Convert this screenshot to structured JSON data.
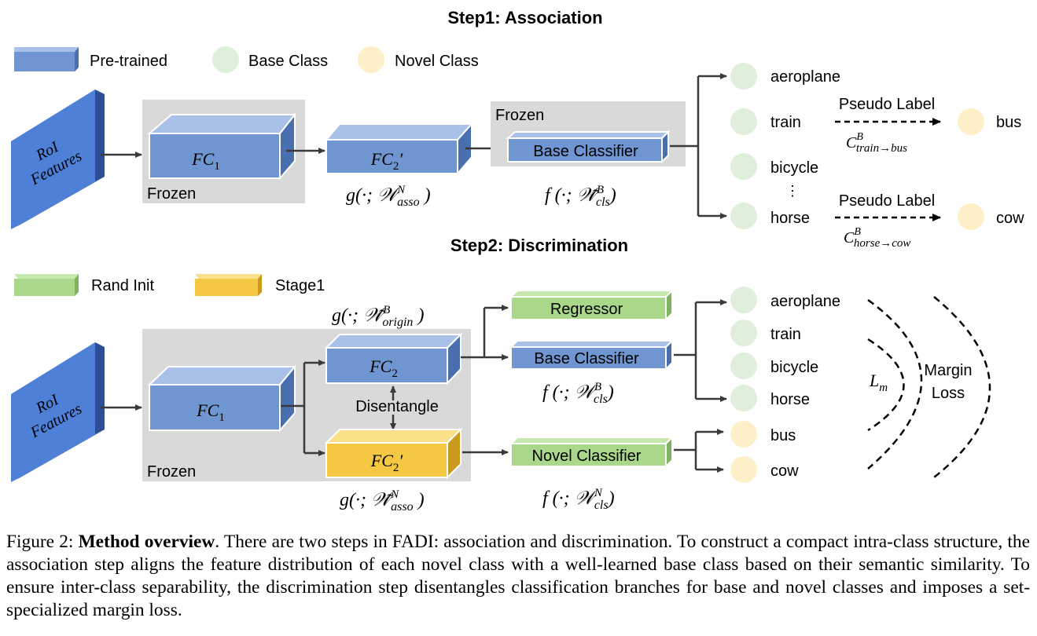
{
  "step1": {
    "title": "Step1: Association",
    "legend": {
      "pretrained": "Pre-trained",
      "base_class": "Base Class",
      "novel_class": "Novel Class"
    },
    "roi": [
      "RoI",
      "Features"
    ],
    "fc1": {
      "label": "FC",
      "sub": "1"
    },
    "frozen_fc1": "Frozen",
    "fc2prime": {
      "label": "FC",
      "sub": "2",
      "prime": "′"
    },
    "g_asso": {
      "pre": "g(·; ",
      "sym": "𝒲",
      "sup": "N",
      "sub": "asso",
      "post": " )"
    },
    "frozen_cls": "Frozen",
    "base_classifier": "Base Classifier",
    "f_cls": {
      "pre": "f (·; ",
      "sym": "𝒲̃",
      "sup": "B",
      "sub": "cls",
      "post": ")"
    },
    "classes": [
      "aeroplane",
      "train",
      "bicycle",
      "⋮",
      "horse"
    ],
    "pseudo_label_1": "Pseudo Label",
    "pseudo_label_2": "Pseudo Label",
    "c1": {
      "sym": "C",
      "sup": "B",
      "sub": "train→bus"
    },
    "c2": {
      "sym": "C",
      "sup": "B",
      "sub": "horse→cow"
    },
    "novel_1": "bus",
    "novel_2": "cow"
  },
  "step2": {
    "title": "Step2: Discrimination",
    "legend": {
      "rand_init": "Rand Init",
      "stage1": "Stage1"
    },
    "roi": [
      "RoI",
      "Features"
    ],
    "fc1": {
      "label": "FC",
      "sub": "1"
    },
    "fc2": {
      "label": "FC",
      "sub": "2"
    },
    "fc2prime": {
      "label": "FC",
      "sub": "2",
      "prime": "′"
    },
    "frozen": "Frozen",
    "disentangle": "Disentangle",
    "g_origin": {
      "pre": "g(·; ",
      "sym": "𝒲̃",
      "sup": "B",
      "sub": "origin",
      "post": " )"
    },
    "g_asso": {
      "pre": "g(·; ",
      "sym": "𝒲̃",
      "sup": "N",
      "sub": "asso",
      "post": " )"
    },
    "regressor": "Regressor",
    "base_classifier": "Base Classifier",
    "novel_classifier": "Novel Classifier",
    "f_cls_base": {
      "pre": "f (·; ",
      "sym": "𝒲",
      "sup": "B",
      "sub": "cls",
      "post": ")"
    },
    "f_cls_novel": {
      "pre": "f (·; ",
      "sym": "𝒲",
      "sup": "N",
      "sub": "cls",
      "post": ")"
    },
    "base_classes": [
      "aeroplane",
      "train",
      "bicycle",
      "horse"
    ],
    "novel_classes": [
      "bus",
      "cow"
    ],
    "lm": {
      "sym": "L",
      "sub": "m"
    },
    "margin_loss": [
      "Margin",
      "Loss"
    ]
  },
  "caption": {
    "prefix": "Figure 2: ",
    "bold": "Method overview",
    "text": ".  There are two steps in FADI: association and discrimination.  To construct a compact intra-class structure, the association step aligns the feature distribution of each novel class with a well-learned base class based on their semantic similarity. To ensure inter-class separability, the discrimination step disentangles classification branches for base and novel classes and imposes a set-specialized margin loss."
  },
  "colors": {
    "pretrained_front": "#7096d2",
    "pretrained_top": "#a9c0e8",
    "pretrained_side": "#4a6fae",
    "roi_front": "#4f80d8",
    "roi_side": "#2b4e94",
    "base_circle": "#e0eedc",
    "novel_circle": "#fdefc8",
    "rand_init": "#a9d88a",
    "stage1": "#f4c842",
    "frozen_bg": "#d9d9d9"
  }
}
